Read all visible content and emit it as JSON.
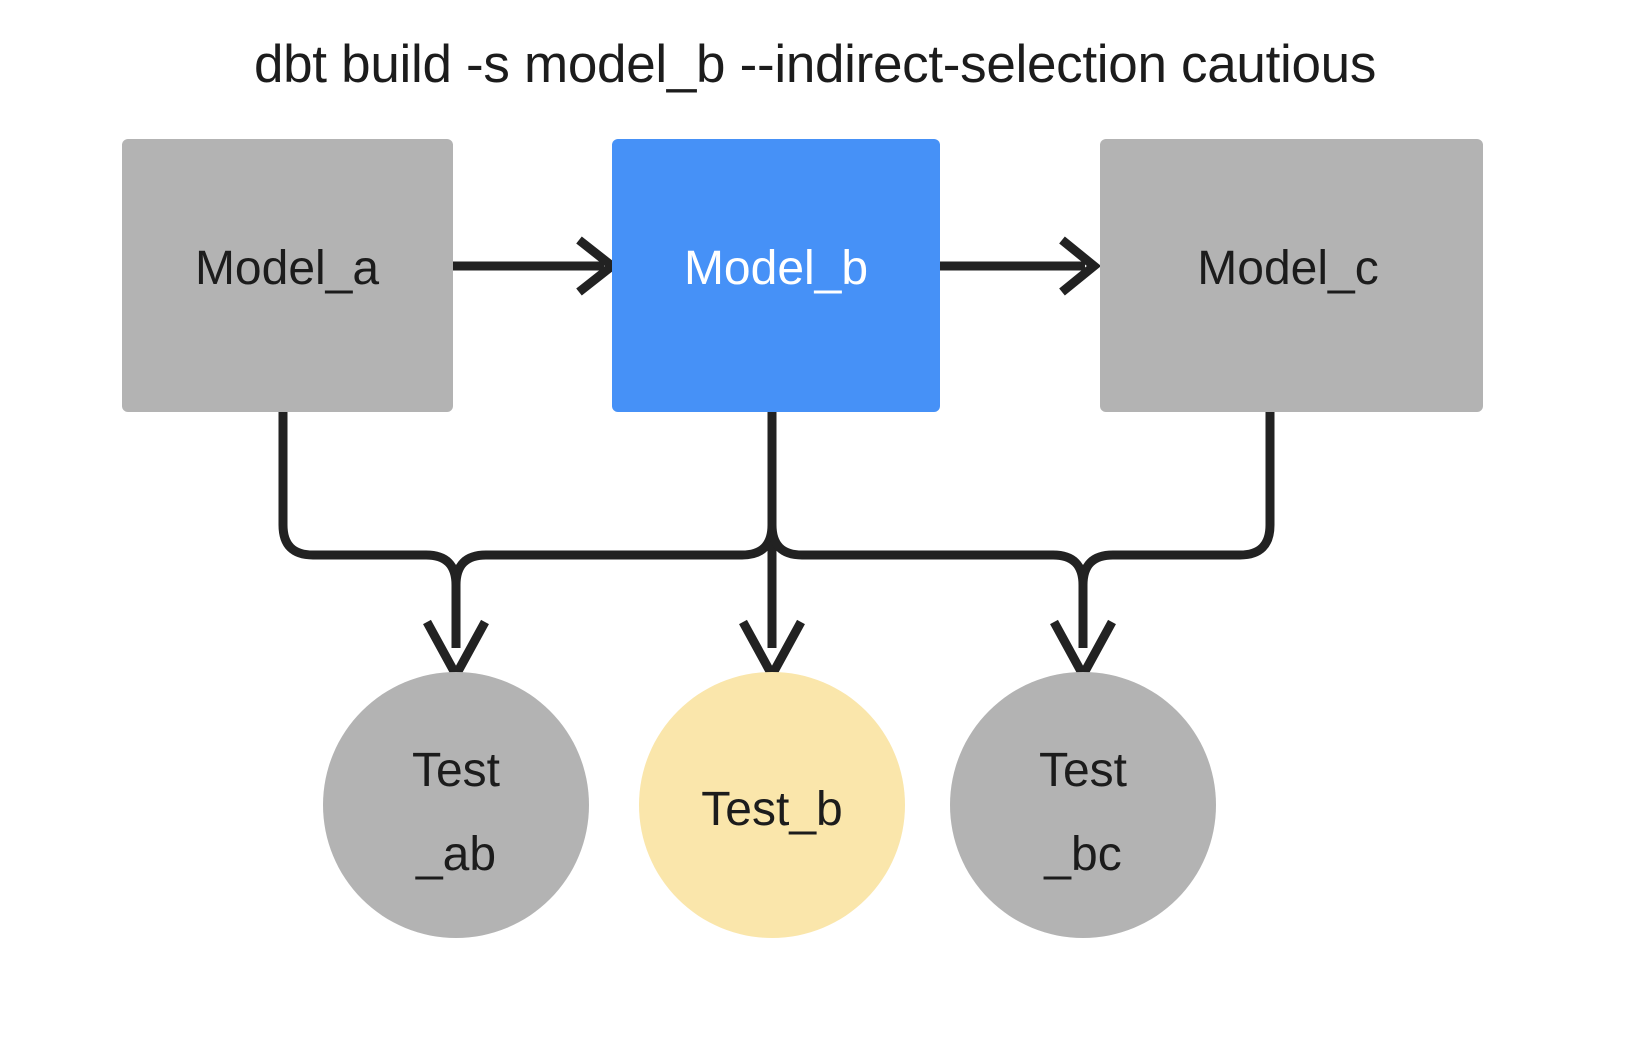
{
  "title": "dbt build -s model_b --indirect-selection cautious",
  "colors": {
    "background": "#ffffff",
    "node_gray": "#b3b3b3",
    "node_blue": "#4691f7",
    "node_yellow": "#fae6ab",
    "edge": "#222222",
    "text_dark": "#1c1c1c",
    "text_light": "#ffffff"
  },
  "diagram": {
    "type": "dag",
    "models": [
      {
        "id": "model_a",
        "label": "Model_a",
        "shape": "rect",
        "fill": "#b3b3b3",
        "text_color": "#1c1c1c",
        "selected": false
      },
      {
        "id": "model_b",
        "label": "Model_b",
        "shape": "rect",
        "fill": "#4691f7",
        "text_color": "#ffffff",
        "selected": true
      },
      {
        "id": "model_c",
        "label": "Model_c",
        "shape": "rect",
        "fill": "#b3b3b3",
        "text_color": "#1c1c1c",
        "selected": false
      }
    ],
    "tests": [
      {
        "id": "test_ab",
        "label_line1": "Test",
        "label_line2": "_ab",
        "shape": "circle",
        "fill": "#b3b3b3",
        "text_color": "#1c1c1c",
        "selected": false
      },
      {
        "id": "test_b",
        "label_line1": "Test_b",
        "label_line2": "",
        "shape": "circle",
        "fill": "#fae6ab",
        "text_color": "#1c1c1c",
        "selected": true
      },
      {
        "id": "test_bc",
        "label_line1": "Test",
        "label_line2": "_bc",
        "shape": "circle",
        "fill": "#b3b3b3",
        "text_color": "#1c1c1c",
        "selected": false
      }
    ],
    "edges": [
      {
        "from": "model_a",
        "to": "model_b"
      },
      {
        "from": "model_b",
        "to": "model_c"
      },
      {
        "from": "model_a",
        "to": "test_ab"
      },
      {
        "from": "model_b",
        "to": "test_ab"
      },
      {
        "from": "model_b",
        "to": "test_b"
      },
      {
        "from": "model_b",
        "to": "test_bc"
      },
      {
        "from": "model_c",
        "to": "test_bc"
      }
    ]
  }
}
